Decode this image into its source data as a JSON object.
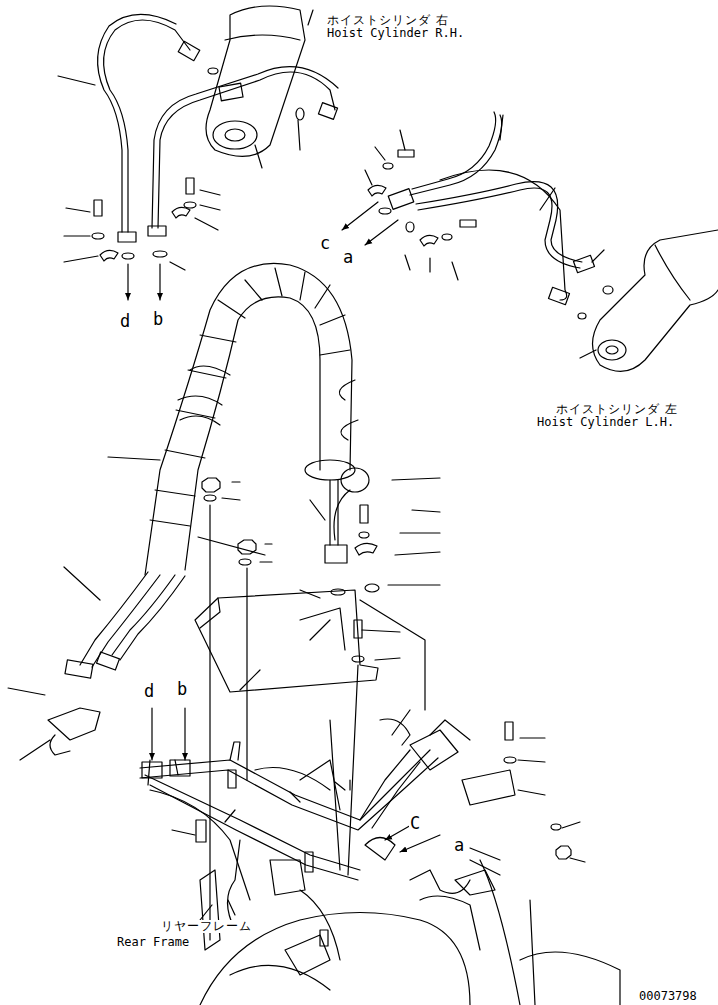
{
  "diagram": {
    "labels": [
      "ホイストシリンダ 右",
      "Hoist Cylinder R.H.",
      "c",
      "a",
      "d",
      "b",
      "ホイストシリンダ 左",
      "Hoist Cylinder L.H.",
      "d",
      "b",
      "C",
      "a",
      "リヤーフレーム",
      "Rear Frame",
      "00073798"
    ]
  }
}
